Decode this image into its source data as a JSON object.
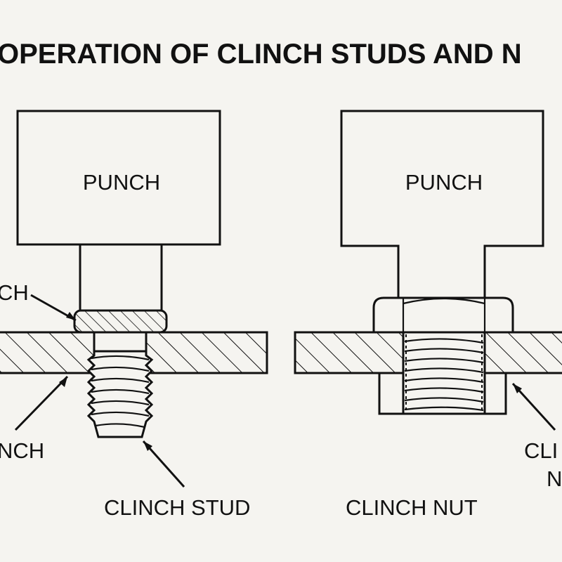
{
  "diagram": {
    "title": "OPERATION OF CLINCH STUDS AND N",
    "left": {
      "punch_label": "PUNCH",
      "upper_callout": "CH",
      "lower_callout": "NCH",
      "part_label": "CLINCH STUD"
    },
    "right": {
      "punch_label": "PUNCH",
      "part_label": "CLINCH NUT",
      "side_callout_line1": "CLI",
      "side_callout_line2": "N"
    }
  },
  "colors": {
    "background": "#f5f4f0",
    "ink": "#111111"
  }
}
